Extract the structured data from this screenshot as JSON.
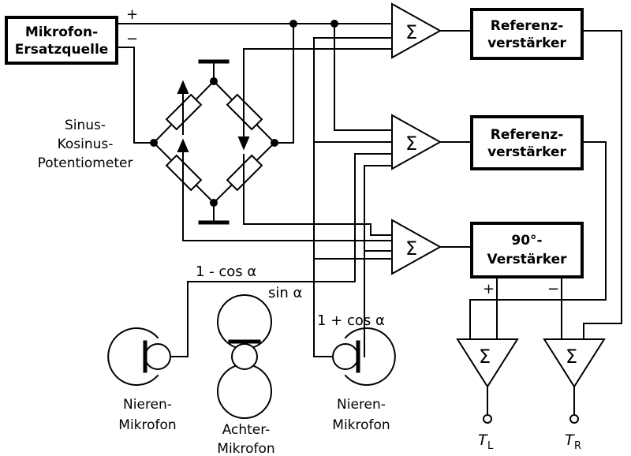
{
  "blocks": {
    "source_line1": "Mikrofon-",
    "source_line2": "Ersatzquelle",
    "ref1_line1": "Referenz-",
    "ref1_line2": "verstärker",
    "ref2_line1": "Referenz-",
    "ref2_line2": "verstärker",
    "amp90_line1": "90°-",
    "amp90_line2": "Verstärker"
  },
  "signs": {
    "plus": "+",
    "minus": "−",
    "out_plus": "+",
    "out_minus": "−"
  },
  "pot": {
    "line1": "Sinus-",
    "line2": "Kosinus-",
    "line3": "Potentiometer"
  },
  "signals": {
    "one_minus_cos": "1 - cos α",
    "sin": "sin α",
    "one_plus_cos": "1 + cos α"
  },
  "sum_symbol": "Σ",
  "mics": {
    "left_line1": "Nieren-",
    "left_line2": "Mikrofon",
    "center_line1": "Achter-",
    "center_line2": "Mikrofon",
    "right_line1": "Nieren-",
    "right_line2": "Mikrofon"
  },
  "outputs": {
    "left_T": "T",
    "left_sub": "L",
    "right_T": "T",
    "right_sub": "R"
  }
}
